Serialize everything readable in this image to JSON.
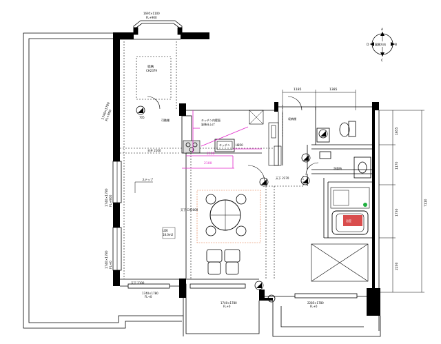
{
  "compass": {
    "north": "A",
    "east": "B",
    "south": "C",
    "west": "D",
    "center": "展開方向"
  },
  "window_top": {
    "size": "1695×1100",
    "fl": "FL+900"
  },
  "rooms": {
    "storage": "収納",
    "storage_sub": "CH2379",
    "kitchen_note1": "キッチン内壁面",
    "kitchen_note2": "塗装仕上げ",
    "kitchen": "キッチン",
    "kitchen_h": "H850",
    "movable_shelf": "可動棚",
    "step": "ステップ",
    "ldk": "LDK",
    "ldk_sub": "18.0m2",
    "bath_label": "浴室",
    "washroom": "洗面所",
    "toilet_storage": "収納棚"
  },
  "dimensions": {
    "d1185": "1185",
    "d1385": "1385",
    "d2100": "2100",
    "d2100b": "2100",
    "ceil1": "天井 2100",
    "ceil2": "天下 2270",
    "ceil3": "天下 CH2000",
    "win_left1": "1740×1780",
    "win_left1_fl": "FL+900",
    "win_left2": "1740×1780",
    "win_left2_fl": "FL+0",
    "win_bottom1": "1740×1780",
    "win_bottom1_fl": "FL+0",
    "win_bottom2": "1740×1780",
    "win_bottom2_fl": "FL+0",
    "win_bottom3": "2285×1780",
    "win_bottom3_fl": "FL+0",
    "right1": "1655",
    "right2": "1170",
    "right3": "1730",
    "right4": "2200",
    "right_total": "7110"
  },
  "colors": {
    "line": "#000000",
    "pink": "#e020c8",
    "orange": "#e0703a",
    "green": "#20b040",
    "red": "#d02020",
    "gray": "#7a7a7a"
  }
}
